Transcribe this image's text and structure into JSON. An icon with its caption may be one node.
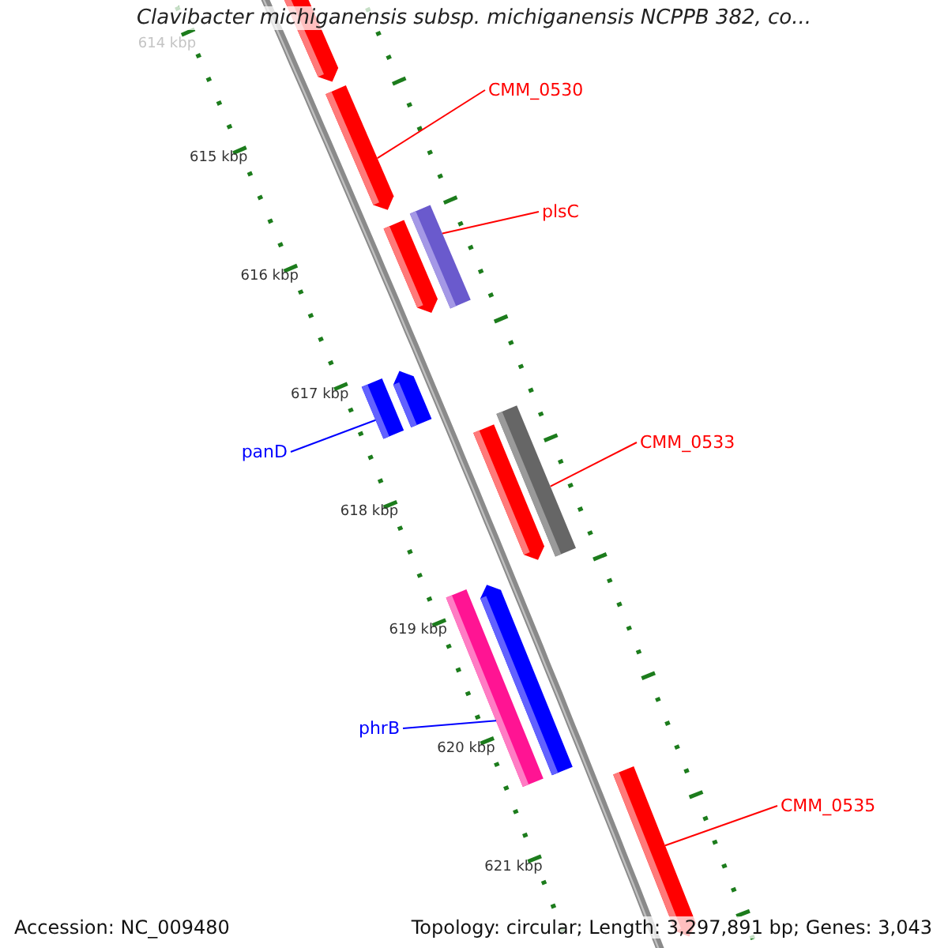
{
  "diagram": {
    "title": "Clavibacter michiganensis subsp. michiganensis NCPPB 382, co...",
    "nodes": [
      {
        "text": [],
        "shape": "bar"
      },
      {
        "text": [],
        "shape": "bar"
      },
      {
        "text": [],
        "shape": "bar"
      },
      {
        "text": [],
        "shape": "bar"
      },
      {
        "text": [],
        "shape": "bar"
      },
      {
        "text": [],
        "shape": "bar"
      },
      {
        "text": [],
        "shape": "bar"
      },
      {
        "text": [],
        "shape": "bar"
      },
      {
        "text": [],
        "shape": "bar"
      },
      {
        "text": [],
        "shape": "bar"
      },
      {
        "text": [],
        "shape": "bar"
      },
      {
        "text": [
          "CMM_0530"
        ]
      },
      {
        "text": [
          "plsC"
        ]
      },
      {
        "text": [
          "panD"
        ]
      },
      {
        "text": [
          "CMM_0533"
        ]
      },
      {
        "text": [
          "phrB"
        ]
      },
      {
        "text": [
          "CMM_0535"
        ]
      }
    ],
    "edges": [
      {
        "from": 11,
        "to": 1,
        "arrow": "none"
      },
      {
        "from": 12,
        "to": 3,
        "arrow": "none"
      },
      {
        "from": 13,
        "to": 4,
        "arrow": "none",
        "color": "#0000ff"
      },
      {
        "from": 14,
        "to": 7,
        "arrow": "none"
      },
      {
        "from": 15,
        "to": 8,
        "arrow": "none",
        "color": "#0000ff"
      },
      {
        "from": 16,
        "to": 10,
        "arrow": "none"
      }
    ],
    "labels": [
      "614 kbp",
      "615 kbp",
      "616 kbp",
      "617 kbp",
      "618 kbp",
      "619 kbp",
      "620 kbp",
      "621 kbp",
      "Accession: NC_009480",
      "Topology: circular; Length: 3,297,891 bp; Genes: 3,043"
    ]
  }
}
